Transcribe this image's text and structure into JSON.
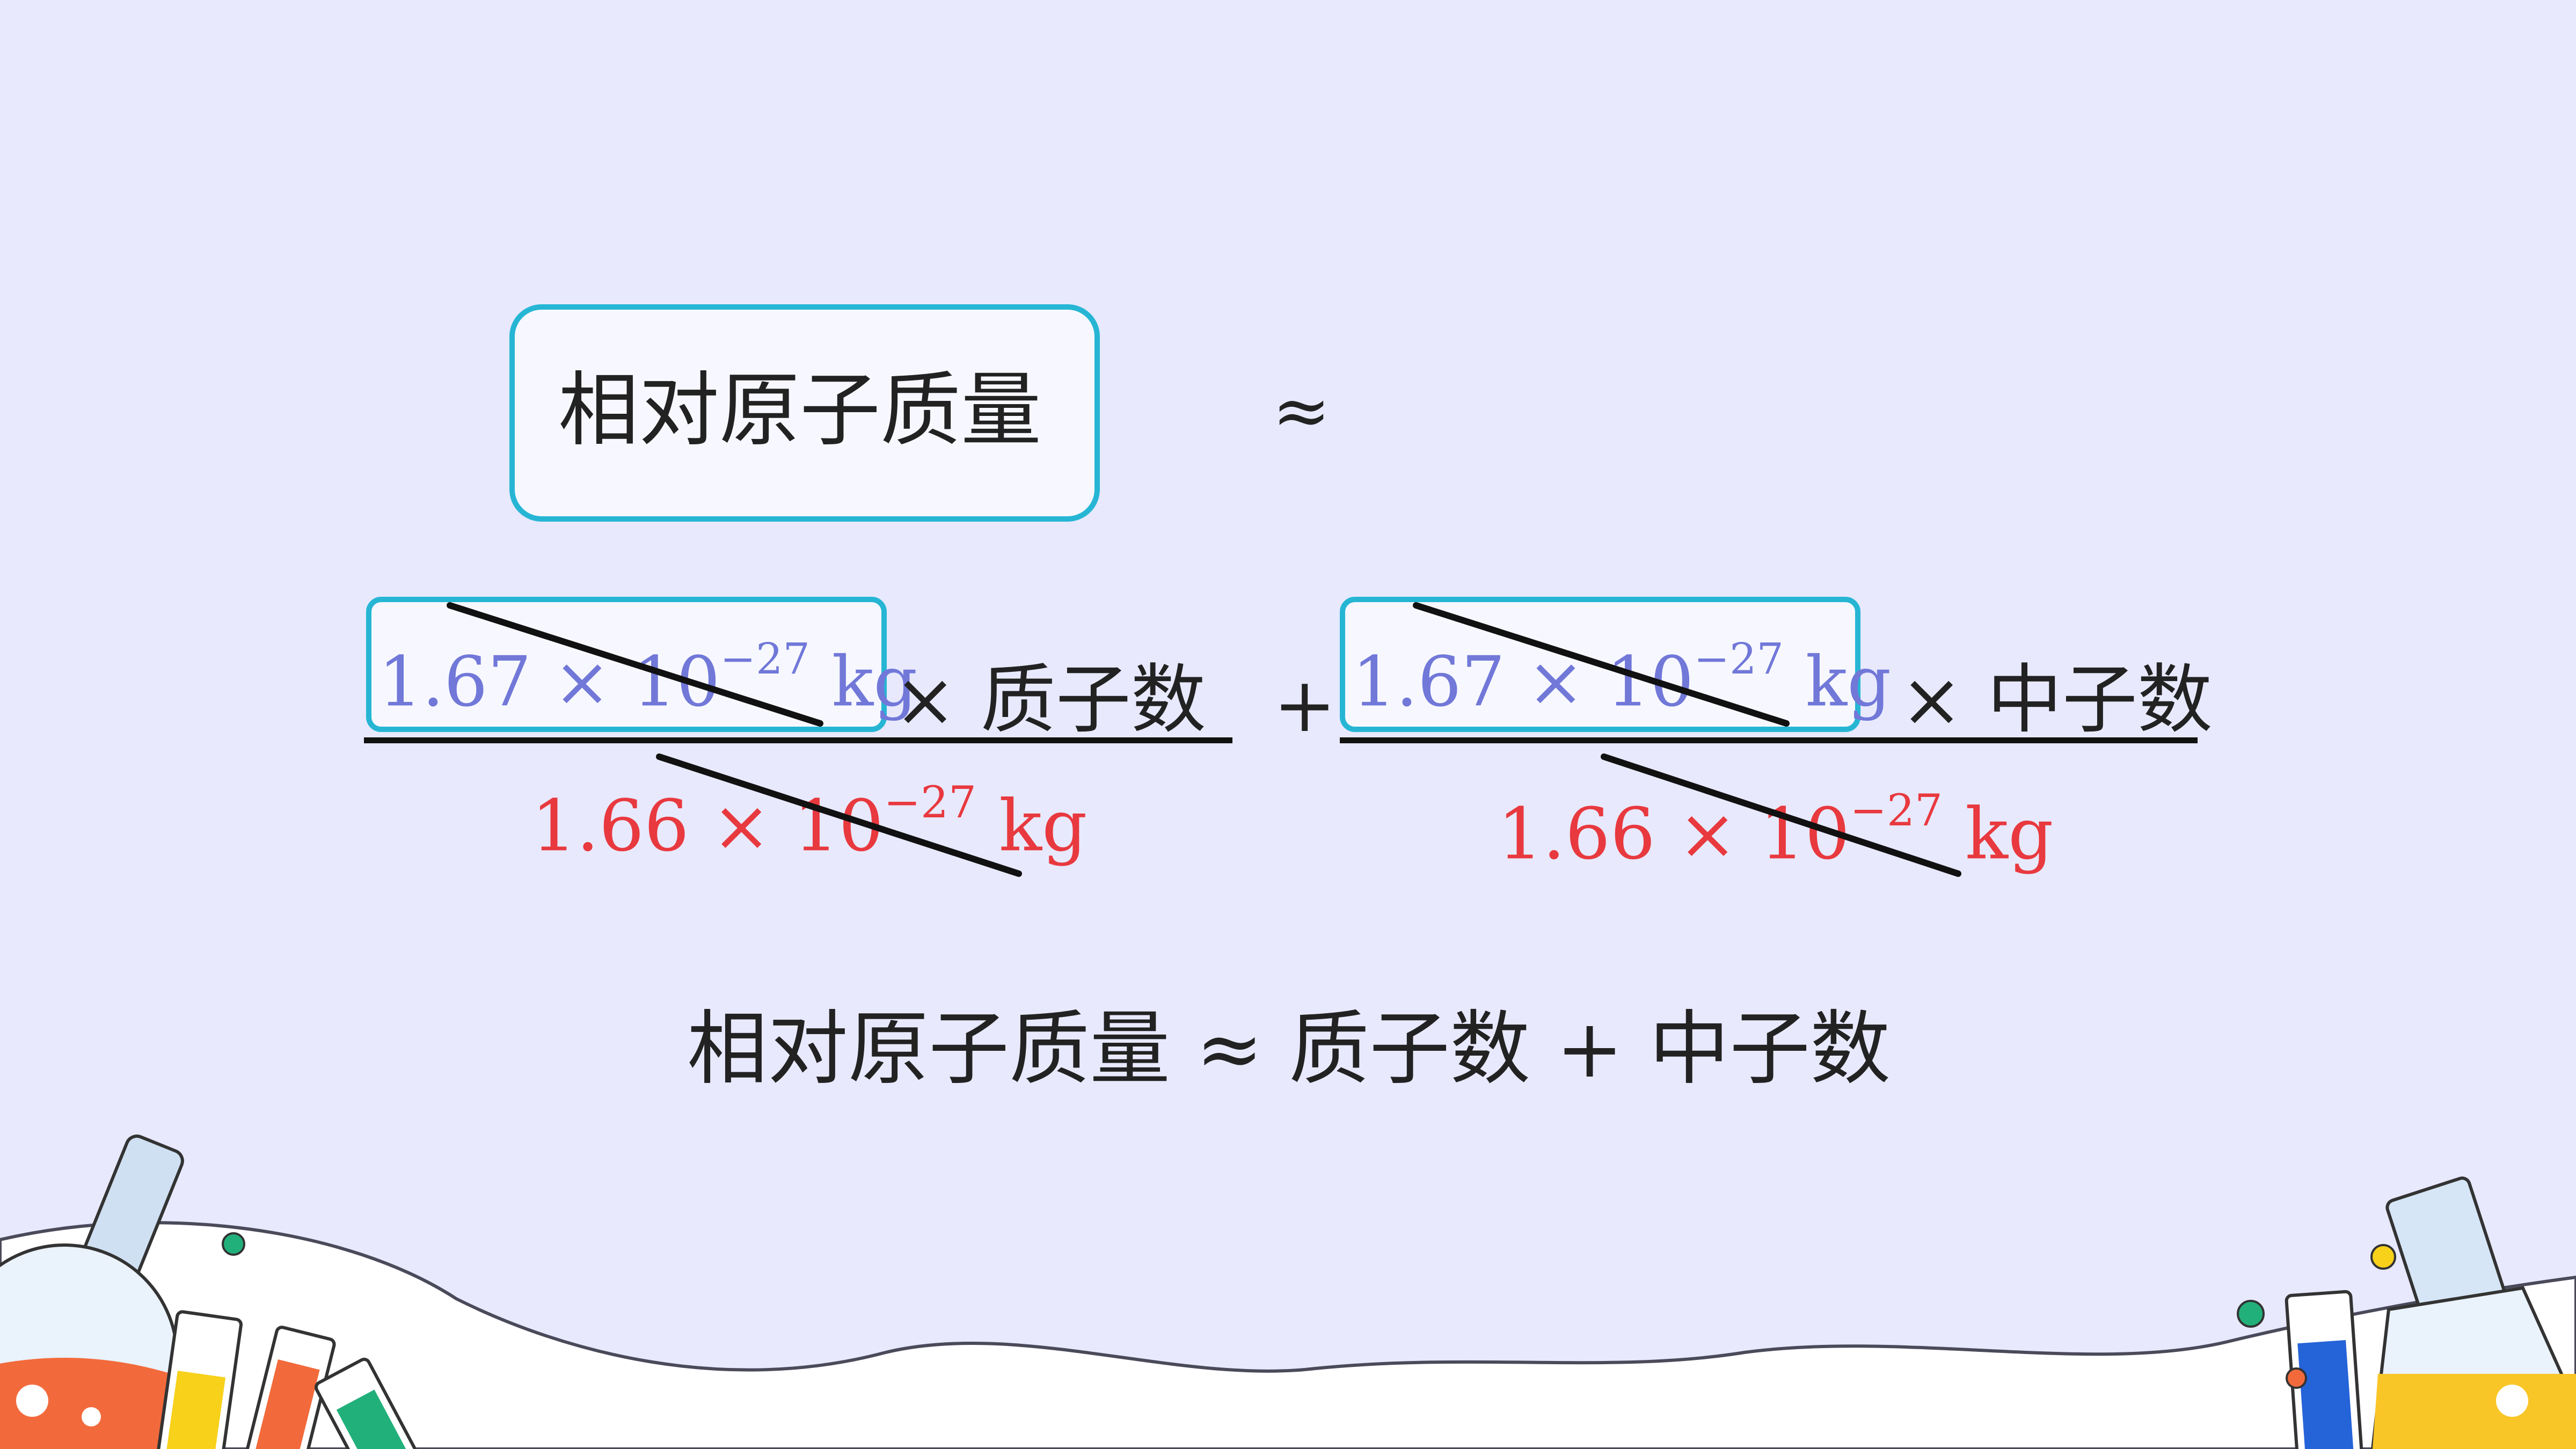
{
  "title_box": {
    "label": "相对原子质量"
  },
  "approx_symbol": "≈",
  "fraction_left": {
    "numerator": {
      "mantissa": "1.67 × 10",
      "exponent": "−27",
      "unit": " kg"
    },
    "multiplier": "× 质子数",
    "denominator": {
      "mantissa": "1.66 × 10",
      "exponent": "−27",
      "unit": " kg"
    }
  },
  "plus_symbol": "+",
  "fraction_right": {
    "numerator": {
      "mantissa": "1.67 × 10",
      "exponent": "−27",
      "unit": " kg"
    },
    "multiplier": "× 中子数",
    "denominator": {
      "mantissa": "1.66 × 10",
      "exponent": "−27",
      "unit": " kg"
    }
  },
  "result": "相对原子质量 ≈ 质子数 + 中子数",
  "colors": {
    "background": "#e8e9fd",
    "box_border": "#26b6d4",
    "proton_mass": "#7178d8",
    "unit_mass": "#e8393f",
    "text": "#222222"
  },
  "decorations": [
    "flask-icon",
    "test-tube-icon",
    "cloud-shape"
  ]
}
